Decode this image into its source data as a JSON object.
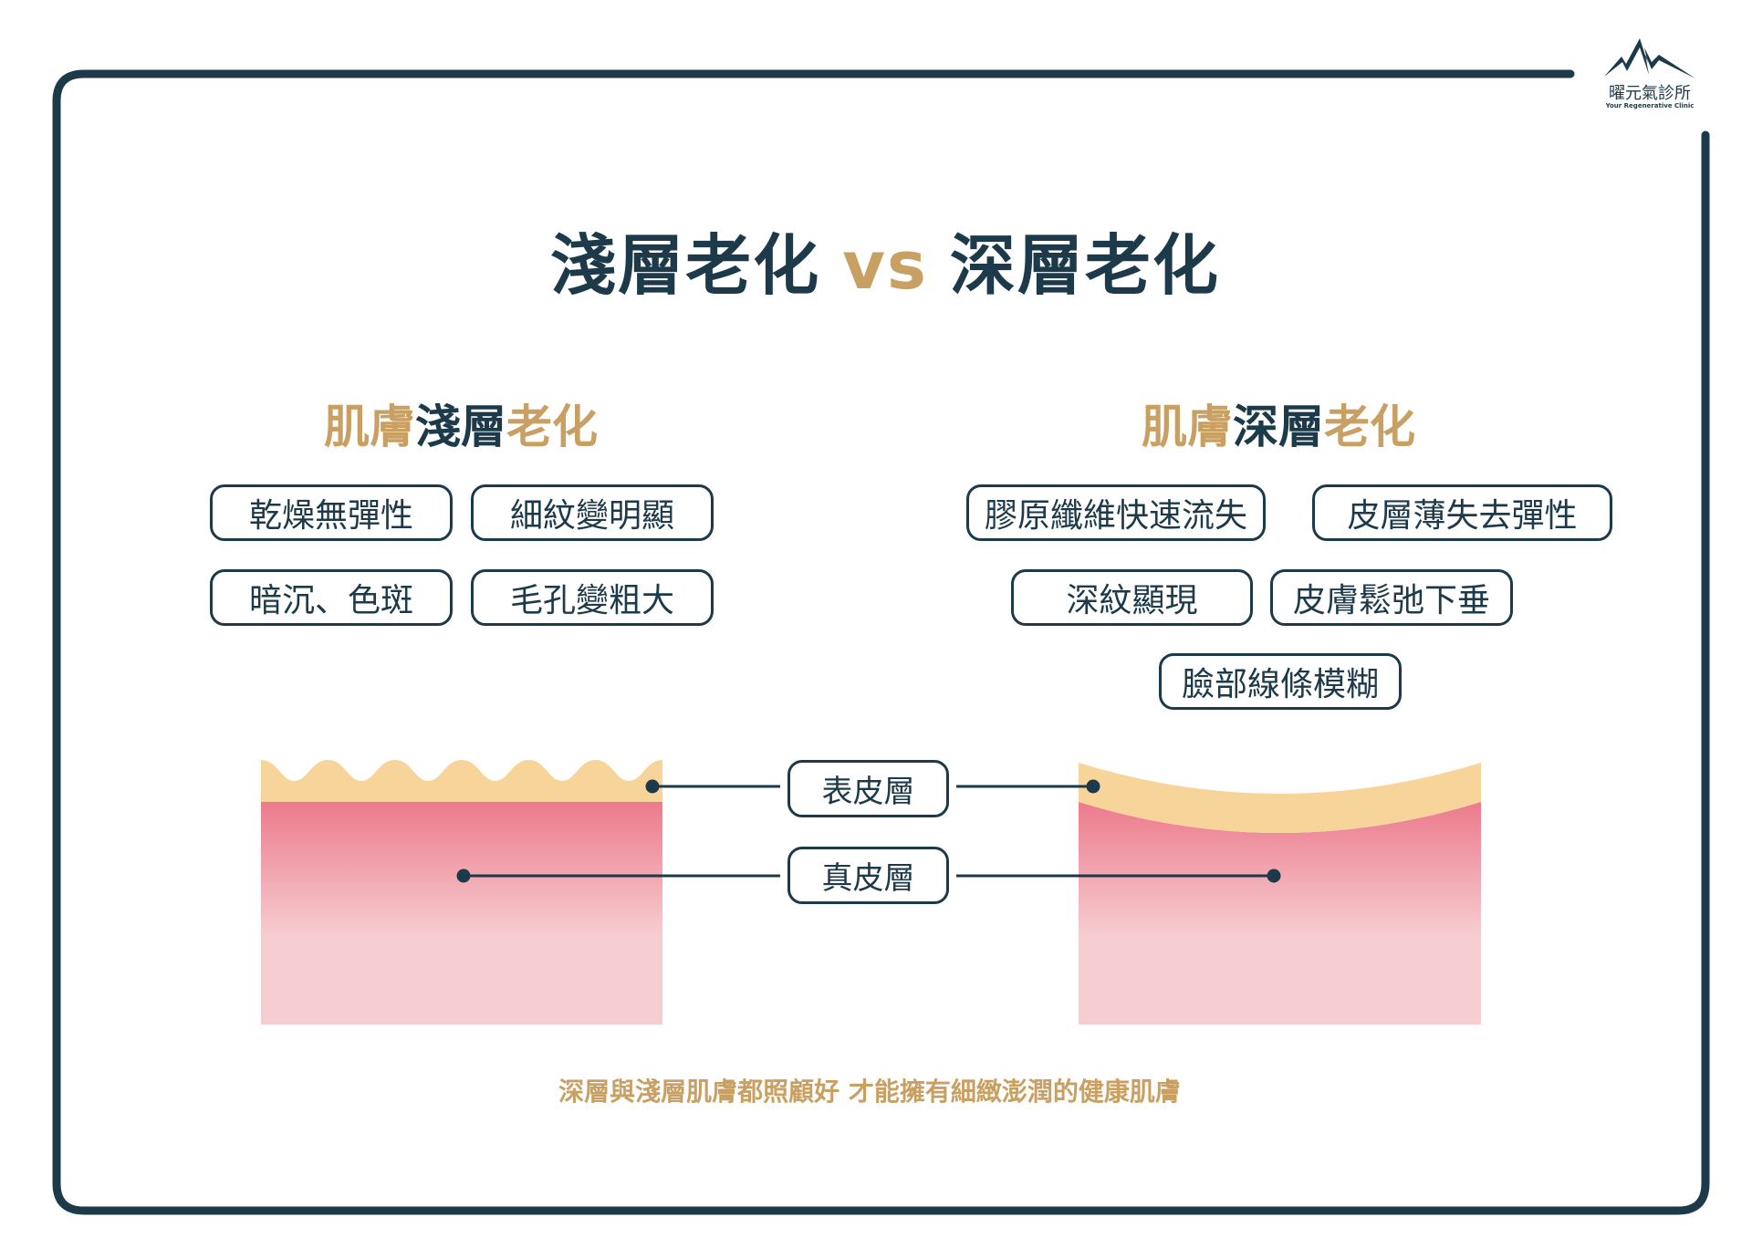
{
  "logo": {
    "name_cn": "曜元氣診所",
    "name_en": "Your Regenerative Clinic"
  },
  "title": {
    "left": "淺層老化",
    "vs": "vs",
    "right": "深層老化"
  },
  "left_panel": {
    "heading": {
      "a": "肌膚",
      "b": "淺層",
      "c": "老化"
    },
    "symptoms": [
      "乾燥無彈性",
      "細紋變明顯",
      "暗沉、色斑",
      "毛孔變粗大"
    ]
  },
  "right_panel": {
    "heading": {
      "a": "肌膚",
      "b": "深層",
      "c": "老化"
    },
    "symptoms": [
      "膠原纖維快速流失",
      "皮層薄失去彈性",
      "深紋顯現",
      "皮膚鬆弛下垂",
      "臉部線條模糊"
    ]
  },
  "layers": {
    "epidermis": "表皮層",
    "dermis": "真皮層"
  },
  "footer": "深層與淺層肌膚都照顧好 才能擁有細緻澎潤的健康肌膚",
  "colors": {
    "navy": "#1d3a4a",
    "gold": "#c9a063",
    "epidermis": "#f7d49a",
    "dermis_top": "#ec7a8c",
    "dermis_bottom": "#f6cdd0"
  }
}
